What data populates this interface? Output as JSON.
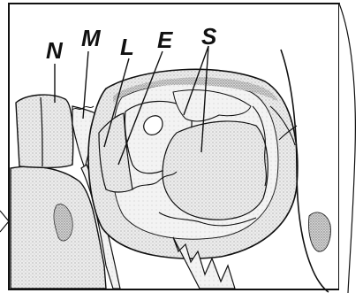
{
  "labels": {
    "n": "N",
    "m": "M",
    "l": "L",
    "e": "E",
    "s": "S"
  },
  "colors": {
    "ink": "#111111",
    "light_fill": "#e6e6e6",
    "mid_fill": "#cfcfcf",
    "dark_fill": "#9e9e9e",
    "background": "#ffffff"
  }
}
